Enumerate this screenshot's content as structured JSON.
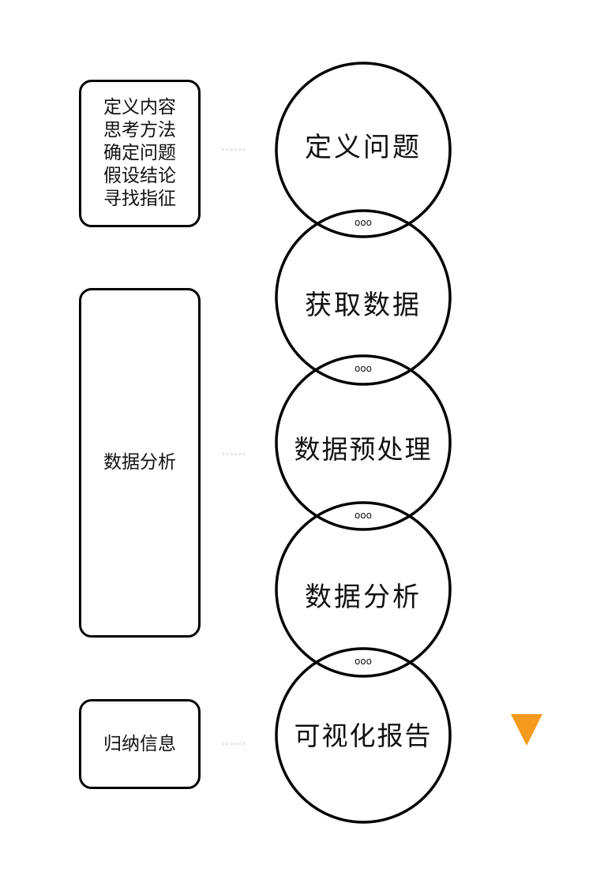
{
  "side_boxes": {
    "define": "定义内容\n思考方法\n确定问题\n假设结论\n寻找指征",
    "analysis": "数据分析",
    "summary": "归纳信息"
  },
  "connector_text": "◦◦◦◦◦◦",
  "steps": [
    {
      "label": "定义问题"
    },
    {
      "label": "获取数据"
    },
    {
      "label": "数据预处理"
    },
    {
      "label": "数据分析"
    },
    {
      "label": "可视化报告"
    }
  ],
  "overlap_marker": "ooo",
  "colors": {
    "stroke": "#000000",
    "arrow_gradient": [
      "#12c8cf",
      "#6e6fa6",
      "#e2137a",
      "#f59a1c"
    ]
  }
}
